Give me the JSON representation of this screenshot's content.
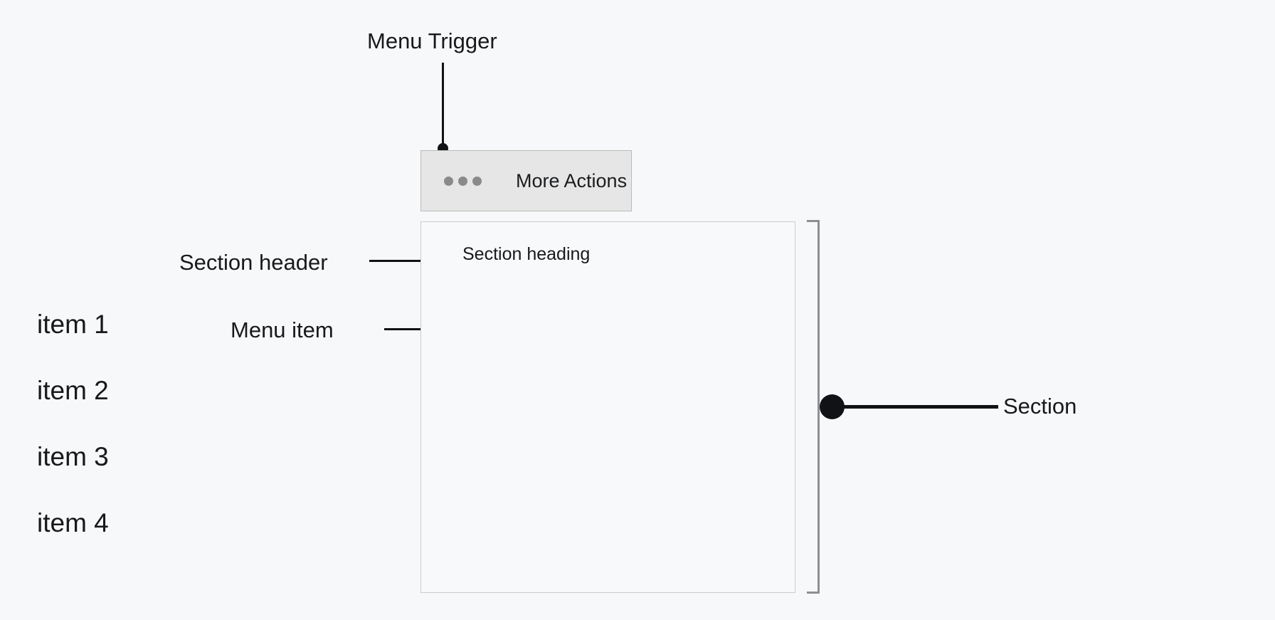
{
  "page": {
    "background_color": "#f7f8fa",
    "text_color": "#18191b"
  },
  "annotations": {
    "menu_trigger": "Menu Trigger",
    "section_header": "Section header",
    "menu_item": "Menu item",
    "section": "Section"
  },
  "menu_trigger": {
    "label": "More Actions",
    "icon": "three-dots-icon",
    "background_color": "#e6e6e6",
    "border_color": "#b9b9b9",
    "dot_color": "#8a8a8a"
  },
  "menu_panel": {
    "border_color": "#c9cbcf",
    "background_color": "#f8f9fb",
    "section_heading": "Section heading",
    "items": [
      {
        "label": "item 1"
      },
      {
        "label": "item 2"
      },
      {
        "label": "item 3"
      },
      {
        "label": "item 4"
      }
    ]
  },
  "section_bracket": {
    "color": "#8d8f93"
  },
  "leaders": {
    "color": "#111216"
  }
}
